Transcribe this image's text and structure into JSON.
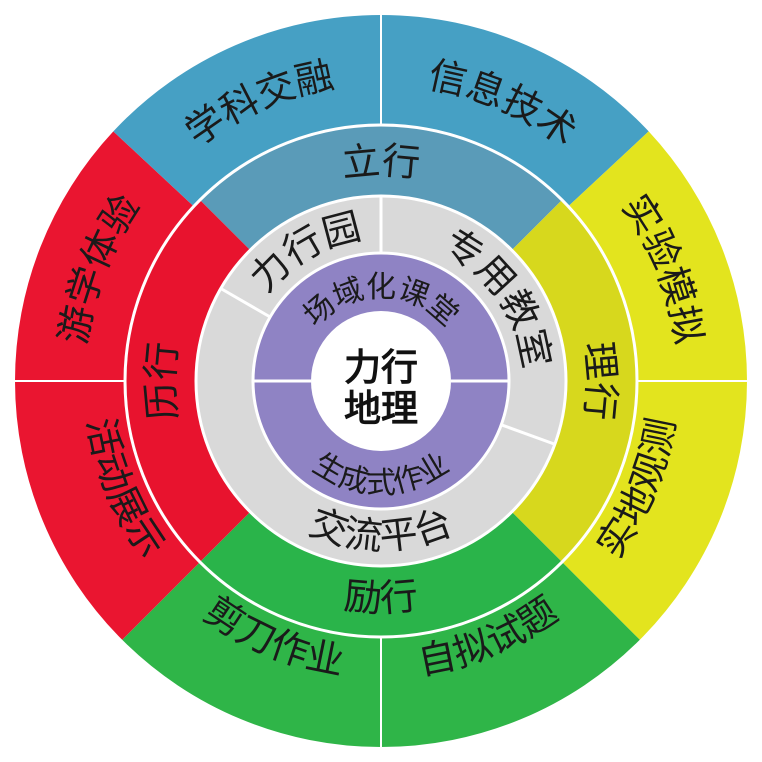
{
  "center": {
    "line1": "力行",
    "line2": "地理"
  },
  "inner_ring": {
    "top": "场域化课堂",
    "bottom": "生成式作业"
  },
  "platform_ring": {
    "segments": [
      {
        "label": "力行园"
      },
      {
        "label": "专用教室"
      },
      {
        "label": "交流平台"
      }
    ]
  },
  "action_ring": {
    "segments": [
      {
        "label": "立行",
        "color": "#5a9bb8"
      },
      {
        "label": "理行",
        "color": "#d7d81d"
      },
      {
        "label": "励行",
        "color": "#2ab44a"
      },
      {
        "label": "历行",
        "color": "#e8132e"
      }
    ]
  },
  "outer_ring": {
    "segments": [
      {
        "label": "信息技术",
        "color": "#46a0c4"
      },
      {
        "label": "实验模拟",
        "color": "#e3e41e"
      },
      {
        "label": "实地观测",
        "color": "#e3e41e"
      },
      {
        "label": "自拟试题",
        "color": "#2fb548"
      },
      {
        "label": "剪刀作业",
        "color": "#2fb548"
      },
      {
        "label": "活动展示",
        "color": "#ea1530"
      },
      {
        "label": "游学体验",
        "color": "#ea1530"
      },
      {
        "label": "学科交融",
        "color": "#46a0c4"
      }
    ]
  },
  "colors": {
    "inner_ring": "#8f83c4",
    "center": "#ffffff",
    "platform_ring": "#d9d9d9",
    "divider": "#ffffff"
  }
}
